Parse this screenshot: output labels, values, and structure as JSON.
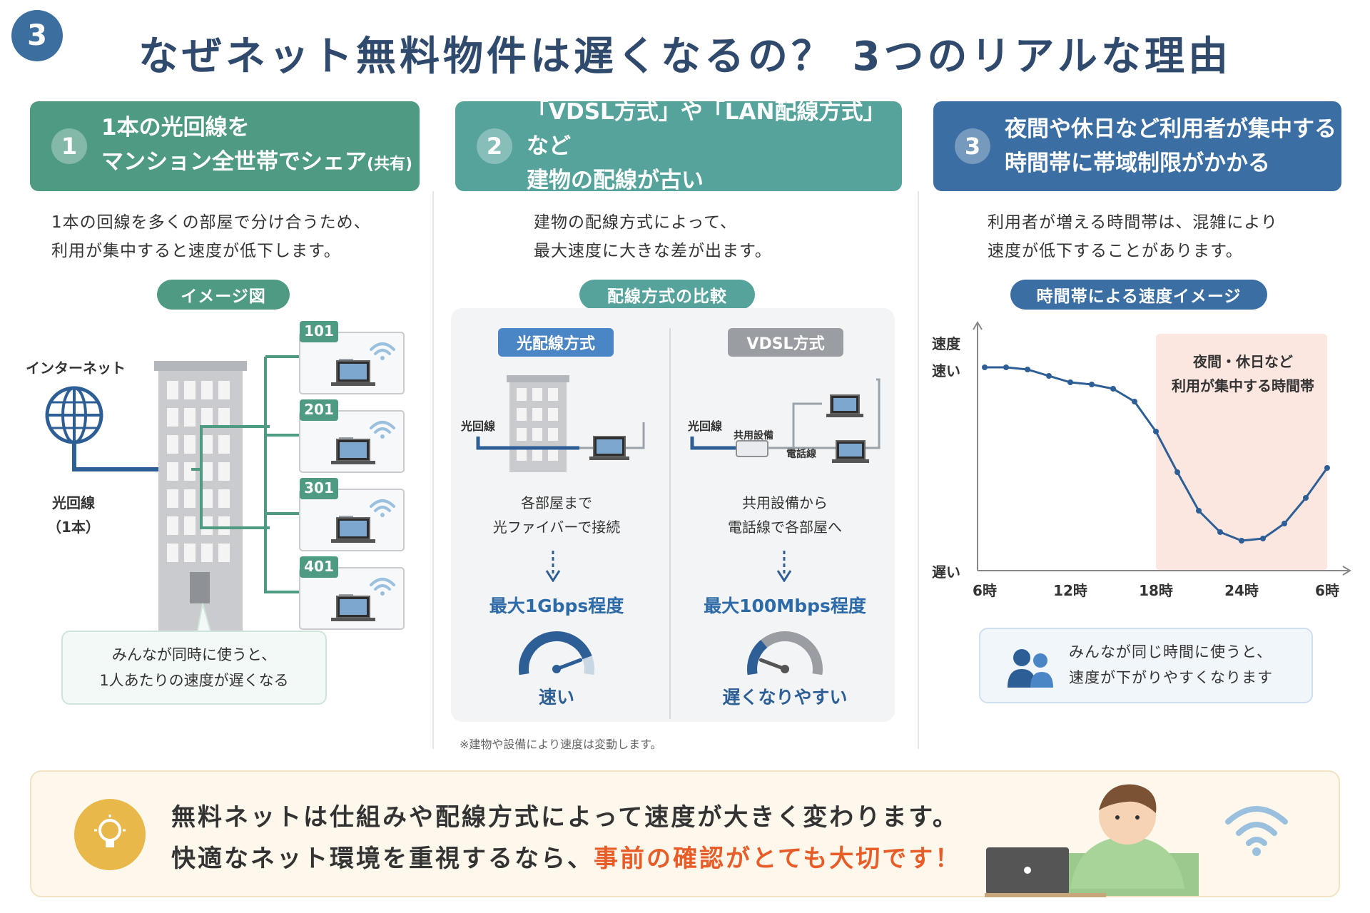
{
  "header": {
    "badge": "3",
    "title": "なぜネット無料物件は遅くなるの？ 3つのリアルな理由"
  },
  "columns": [
    {
      "num": "1",
      "title_line1": "1本の光回線を",
      "title_line2": "マンション全世帯でシェア",
      "title_suffix": "(共有)",
      "desc_line1": "1本の回線を多くの部屋で分け合うため、",
      "desc_line2": "利用が集中すると速度が低下します。",
      "pill": "イメージ図",
      "internet_label": "インターネット",
      "fiber_label": "光回線",
      "fiber_count": "（1本）",
      "rooms": [
        "101",
        "201",
        "301",
        "401"
      ],
      "bubble_line1": "みんなが同時に使うと、",
      "bubble_line2": "1人あたりの速度が遅くなる",
      "color": "#4f9a83"
    },
    {
      "num": "2",
      "title_line1": "「VDSL方式」や「LAN配線方式」など",
      "title_line2": "建物の配線が古い",
      "desc_line1": "建物の配線方式によって、",
      "desc_line2": "最大速度に大きな差が出ます。",
      "pill": "配線方式の比較",
      "left": {
        "tag": "光配線方式",
        "fiber_label": "光回線",
        "caption1": "各部屋まで",
        "caption2": "光ファイバーで接続",
        "speed": "最大1Gbps程度",
        "gauge": "速い",
        "gauge_level": 0.85
      },
      "right": {
        "tag": "VDSL方式",
        "fiber_label": "光回線",
        "shared_label": "共用設備",
        "phone_label": "電話線",
        "caption1": "共用設備から",
        "caption2": "電話線で各部屋へ",
        "speed": "最大100Mbps程度",
        "gauge": "遅くなりやすい",
        "gauge_level": 0.15
      },
      "note": "※建物や設備により速度は変動します。",
      "color": "#55a39b"
    },
    {
      "num": "3",
      "title_line1": "夜間や休日など利用者が集中する",
      "title_line2": "時間帯に帯域制限がかかる",
      "desc_line1": "利用者が増える時間帯は、混雑により",
      "desc_line2": "速度が低下することがあります。",
      "pill": "時間帯による速度イメージ",
      "info_line1": "みんなが同じ時間に使うと、",
      "info_line2": "速度が下がりやすくなります",
      "color": "#3b6ea3"
    }
  ],
  "chart_data": {
    "type": "line",
    "ylabel": "速度",
    "y_high_label": "速い",
    "y_low_label": "遅い",
    "x_ticks": [
      "6時",
      "12時",
      "18時",
      "24時",
      "6時"
    ],
    "x": [
      6,
      7.5,
      9,
      10.5,
      12,
      13.5,
      15,
      16.5,
      18,
      19.5,
      21,
      22.5,
      24,
      25.5,
      27,
      28.5,
      30
    ],
    "values": [
      95,
      95,
      94,
      91,
      88,
      87,
      85,
      79,
      65,
      46,
      28,
      18,
      14,
      15,
      22,
      34,
      48
    ],
    "ylim": [
      0,
      100
    ],
    "highlight": {
      "from": 18,
      "to": 30,
      "label_line1": "夜間・休日など",
      "label_line2": "利用が集中する時間帯"
    },
    "series_color": "#2d5f96",
    "highlight_color": "#fbe7e0"
  },
  "footer": {
    "line1": "無料ネットは仕組みや配線方式によって速度が大きく変わります。",
    "line2_prefix": "快適なネット環境を重視するなら、",
    "line2_emphasis": "事前の確認がとても大切です！",
    "emphasis_color": "#e85c28"
  }
}
